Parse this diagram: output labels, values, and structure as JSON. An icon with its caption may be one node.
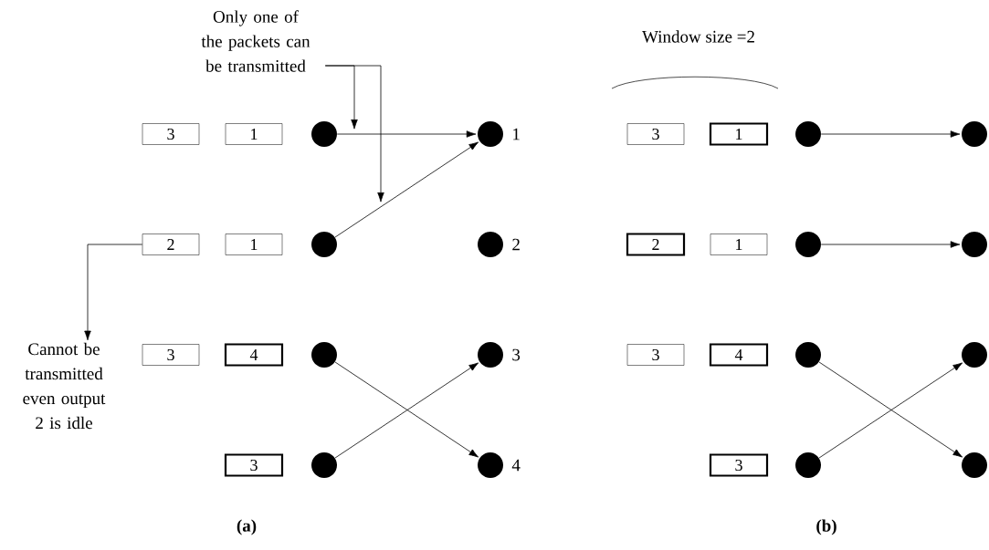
{
  "diagram": {
    "nodes": [
      {
        "text": [
          "Only one of the packets can be transmitted"
        ]
      },
      {
        "text": [
          "3"
        ]
      },
      {
        "text": [
          "1"
        ]
      },
      {
        "text": [],
        "shape": "circle"
      },
      {
        "text": [],
        "shape": "circle",
        "beside": [
          "1"
        ]
      },
      {
        "text": [
          "2"
        ]
      },
      {
        "text": [
          "1"
        ]
      },
      {
        "text": [],
        "shape": "circle"
      },
      {
        "text": [],
        "shape": "circle",
        "beside": [
          "2"
        ]
      },
      {
        "text": [
          "Cannot be transmitted even output 2 is idle"
        ]
      },
      {
        "text": [
          "3"
        ]
      },
      {
        "text": [
          "4"
        ]
      },
      {
        "text": [],
        "shape": "circle"
      },
      {
        "text": [],
        "shape": "circle",
        "beside": [
          "3"
        ]
      },
      {
        "text": [
          "3"
        ]
      },
      {
        "text": [],
        "shape": "circle"
      },
      {
        "text": [],
        "shape": "circle",
        "beside": [
          "4"
        ]
      },
      {
        "text": [
          "3"
        ]
      },
      {
        "text": [
          "1"
        ]
      },
      {
        "text": [],
        "shape": "circle"
      },
      {
        "text": [],
        "shape": "circle"
      },
      {
        "text": [
          "2"
        ]
      },
      {
        "text": [
          "1"
        ]
      },
      {
        "text": [],
        "shape": "circle"
      },
      {
        "text": [],
        "shape": "circle"
      },
      {
        "text": [
          "3"
        ]
      },
      {
        "text": [
          "4"
        ]
      },
      {
        "text": [],
        "shape": "circle"
      },
      {
        "text": [],
        "shape": "circle"
      },
      {
        "text": [
          "3"
        ]
      },
      {
        "text": [],
        "shape": "circle"
      },
      {
        "text": [],
        "shape": "circle"
      }
    ],
    "edges": [
      {
        "from": 0,
        "to": null,
        "arrow": "to"
      },
      {
        "from": 0,
        "to": null,
        "arrow": "to"
      },
      {
        "from": 3,
        "to": 4,
        "arrow": "to"
      },
      {
        "from": 7,
        "to": 4,
        "arrow": "to"
      },
      {
        "from": 5,
        "to": 9,
        "arrow": "to"
      },
      {
        "from": 12,
        "to": 16,
        "arrow": "to"
      },
      {
        "from": 15,
        "to": 13,
        "arrow": "to"
      },
      {
        "from": 19,
        "to": 20,
        "arrow": "to"
      },
      {
        "from": 23,
        "to": 24,
        "arrow": "to"
      },
      {
        "from": 27,
        "to": 31,
        "arrow": "to"
      },
      {
        "from": 30,
        "to": 28,
        "arrow": "to"
      }
    ],
    "labels": [
      "Window size =2",
      "(a)",
      "(b)"
    ]
  }
}
